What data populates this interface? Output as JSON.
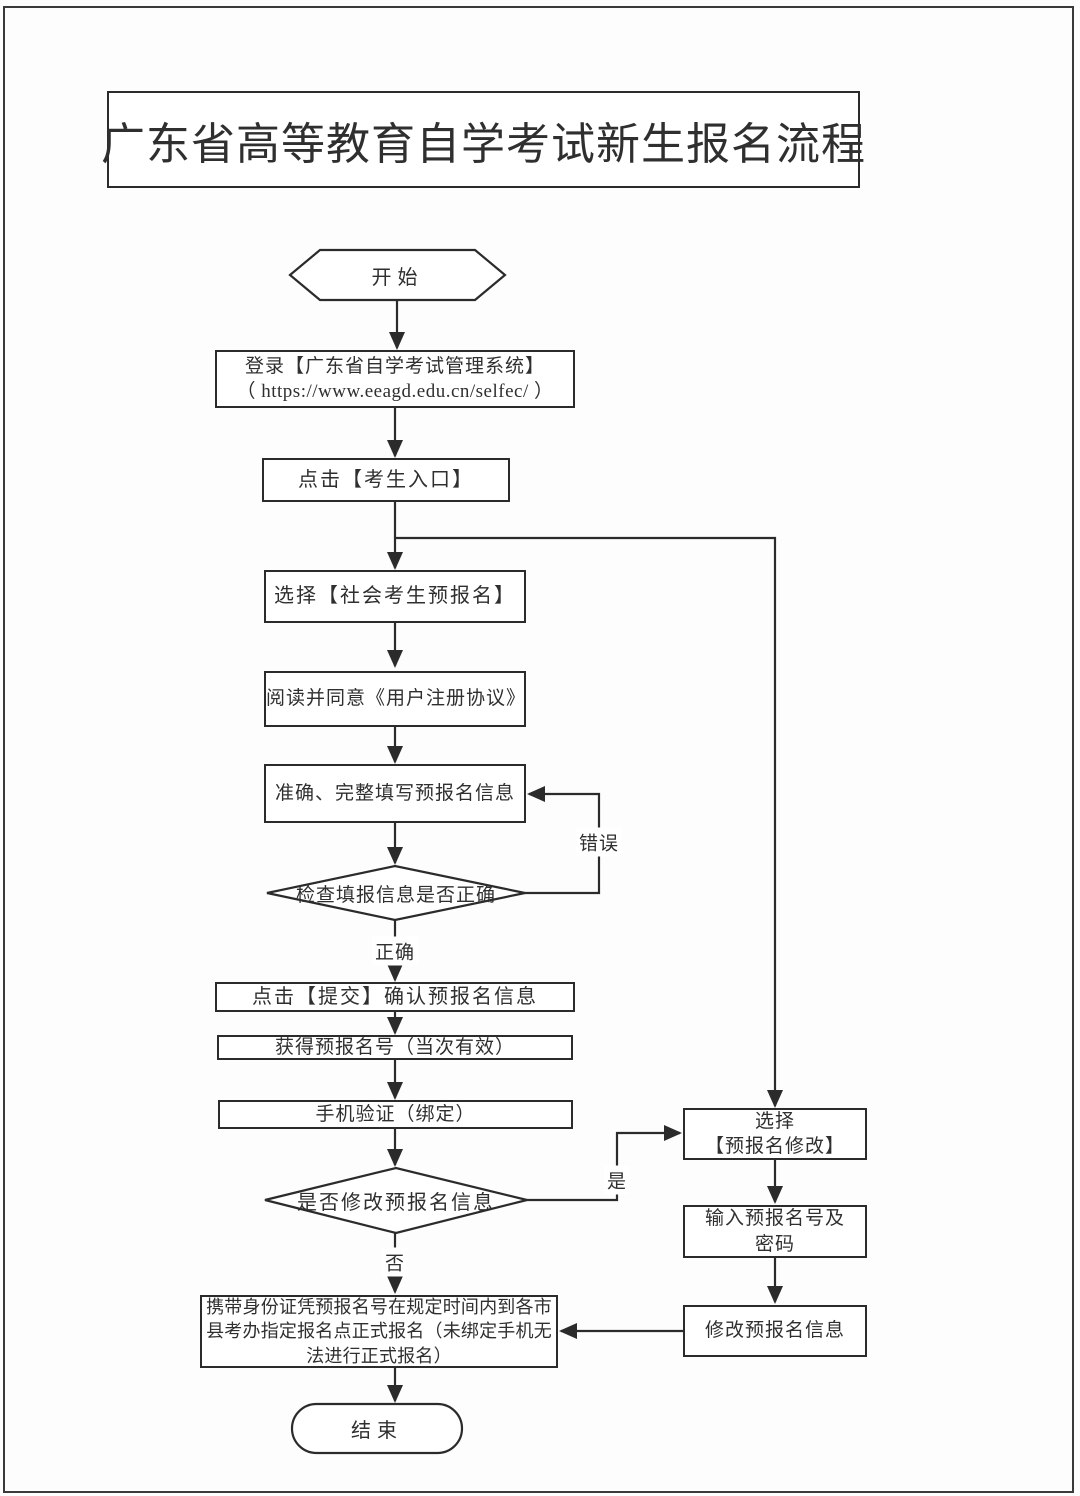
{
  "title": "广东省高等教育自学考试新生报名流程",
  "nodes": {
    "start": "开始",
    "login": {
      "line1": "登录【广东省自学考试管理系统】",
      "line2": "（ https://www.eeagd.edu.cn/selfec/ ）"
    },
    "entry": "点击【考生入口】",
    "social": "选择【社会考生预报名】",
    "agreement": "阅读并同意《用户注册协议》",
    "fill": "准确、完整填写预报名信息",
    "check": "检查填报信息是否正确",
    "submit": "点击【提交】确认预报名信息",
    "number": "获得预报名号（当次有效）",
    "phone": "手机验证（绑定）",
    "modify_question": "是否修改预报名信息",
    "formal": "携带身份证凭预报名号在规定时间内到各市县考办指定报名点正式报名（未绑定手机无法进行正式报名）",
    "select_modify": {
      "line1": "选择",
      "line2": "【预报名修改】"
    },
    "enter_credentials": {
      "line1": "输入预报名号及",
      "line2": "密码"
    },
    "modify_info": "修改预报名信息",
    "end": "结束"
  },
  "edge_labels": {
    "correct": "正确",
    "error": "错误",
    "yes": "是",
    "no": "否"
  },
  "colors": {
    "stroke": "#2b2b2b",
    "text": "#2f2f2f",
    "background": "#ffffff"
  }
}
